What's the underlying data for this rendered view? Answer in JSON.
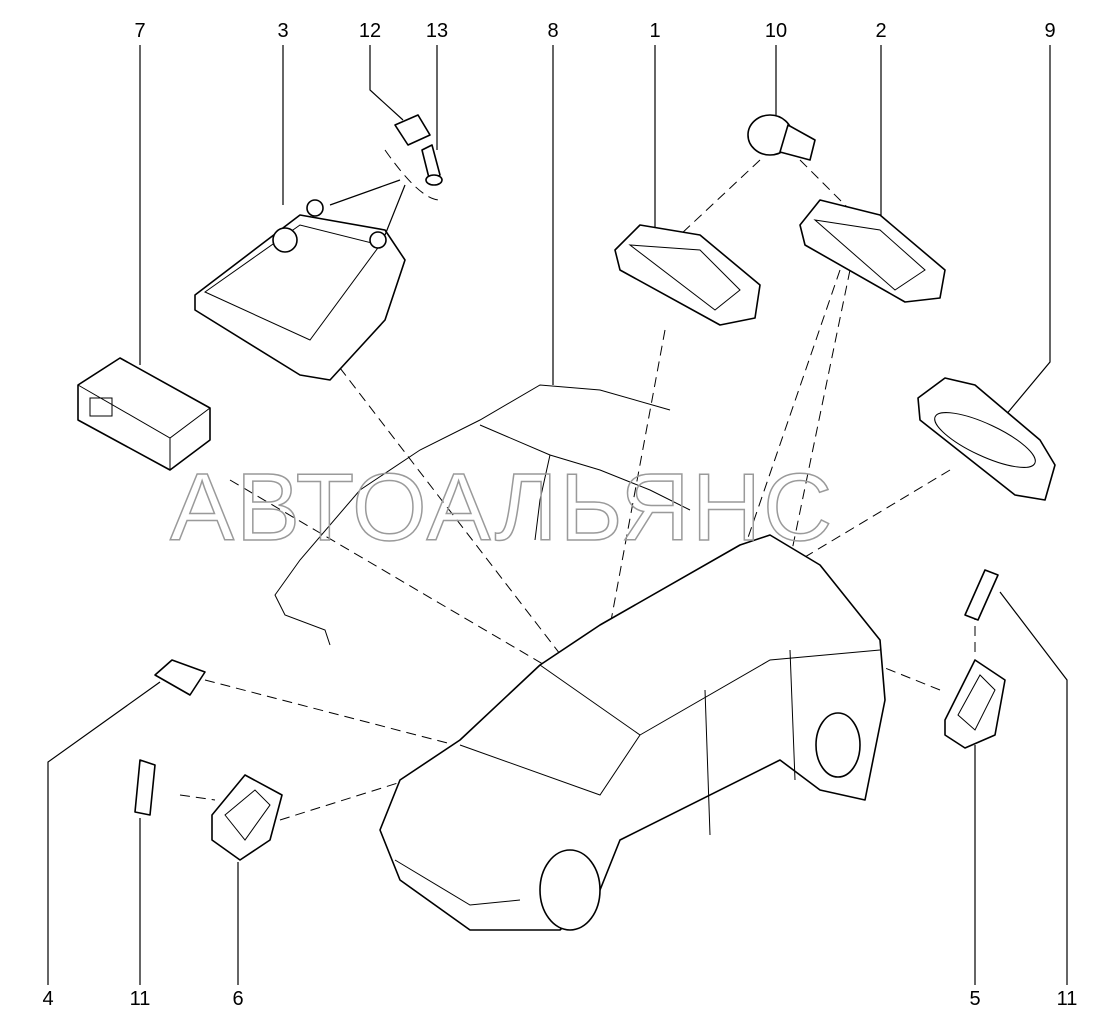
{
  "diagram": {
    "watermark": "АВТОАЛЬЯНС",
    "callouts": [
      {
        "id": "7",
        "label": "7"
      },
      {
        "id": "3",
        "label": "3"
      },
      {
        "id": "12",
        "label": "12"
      },
      {
        "id": "13",
        "label": "13"
      },
      {
        "id": "8",
        "label": "8"
      },
      {
        "id": "1",
        "label": "1"
      },
      {
        "id": "10",
        "label": "10"
      },
      {
        "id": "2",
        "label": "2"
      },
      {
        "id": "9",
        "label": "9"
      },
      {
        "id": "4",
        "label": "4"
      },
      {
        "id": "11a",
        "label": "11"
      },
      {
        "id": "6",
        "label": "6"
      },
      {
        "id": "5",
        "label": "5"
      },
      {
        "id": "11b",
        "label": "11"
      }
    ]
  }
}
